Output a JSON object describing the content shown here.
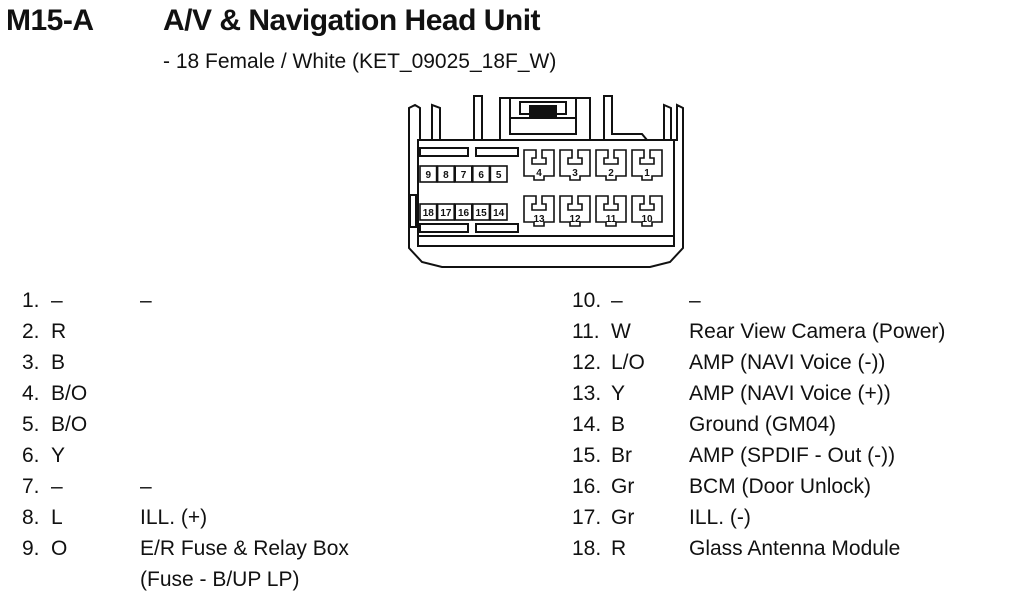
{
  "header": {
    "code": "M15-A",
    "title": "A/V & Navigation Head Unit",
    "subtitle": "- 18 Female / White (KET_09025_18F_W)"
  },
  "connector": {
    "top_row_small": [
      "9",
      "8",
      "7",
      "6",
      "5"
    ],
    "top_row_large": [
      "4",
      "3",
      "2",
      "1"
    ],
    "bottom_row_small": [
      "18",
      "17",
      "16",
      "15",
      "14"
    ],
    "bottom_row_large": [
      "13",
      "12",
      "11",
      "10"
    ]
  },
  "pins_left": [
    {
      "num": "1.",
      "color": "–",
      "func": "–"
    },
    {
      "num": "2.",
      "color": "R",
      "func": ""
    },
    {
      "num": "3.",
      "color": "B",
      "func": ""
    },
    {
      "num": "4.",
      "color": "B/O",
      "func": ""
    },
    {
      "num": "5.",
      "color": "B/O",
      "func": ""
    },
    {
      "num": "6.",
      "color": "Y",
      "func": ""
    },
    {
      "num": "7.",
      "color": "–",
      "func": "–"
    },
    {
      "num": "8.",
      "color": "L",
      "func": "ILL. (+)"
    },
    {
      "num": "9.",
      "color": "O",
      "func": "E/R Fuse & Relay Box"
    },
    {
      "num": "",
      "color": "",
      "func": "(Fuse - B/UP LP)"
    }
  ],
  "pins_right": [
    {
      "num": "10.",
      "color": "–",
      "func": "–"
    },
    {
      "num": "11.",
      "color": "W",
      "func": "Rear View Camera (Power)"
    },
    {
      "num": "12.",
      "color": "L/O",
      "func": "AMP (NAVI Voice (-))"
    },
    {
      "num": "13.",
      "color": "Y",
      "func": "AMP (NAVI Voice (+))"
    },
    {
      "num": "14.",
      "color": "B",
      "func": "Ground (GM04)"
    },
    {
      "num": "15.",
      "color": "Br",
      "func": "AMP (SPDIF - Out (-))"
    },
    {
      "num": "16.",
      "color": "Gr",
      "func": "BCM (Door Unlock)"
    },
    {
      "num": "17.",
      "color": "Gr",
      "func": "ILL. (-)"
    },
    {
      "num": "18.",
      "color": "R",
      "func": "Glass Antenna Module"
    }
  ]
}
